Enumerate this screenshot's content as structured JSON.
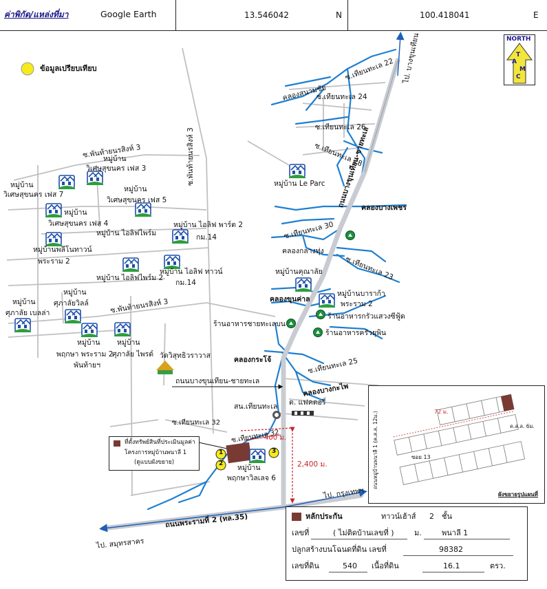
{
  "header": {
    "location_label": "ค่าพิกัด/แหล่งที่มา",
    "source": "Google Earth",
    "lat": "13.546042",
    "lat_dir": "N",
    "lon": "100.418041",
    "lon_dir": "E"
  },
  "north_badge": {
    "top": "NORTH",
    "letters": [
      "T",
      "A",
      "M",
      "C"
    ]
  },
  "legend": {
    "comparable_label": "ข้อมูลเปรียบเทียบ",
    "color": "#f5ea1c"
  },
  "colors": {
    "road": "#c8ccd2",
    "canal": "#1e7fd0",
    "lane": "#c0c0c4",
    "subject": "#7a3a34",
    "dist": "#c8252b",
    "house": "#1d4ea8"
  },
  "labels": {
    "village_v7_a": "หมู่บ้าน",
    "village_v7_b": "วิเศษสุขนคร เฟส 7",
    "village_v3_a": "หมู่บ้าน",
    "village_v3_b": "วิเศษสุขนคร เฟส 3",
    "village_v5_a": "หมู่บ้าน",
    "village_v5_b": "วิเศษสุขนคร เฟส 5",
    "village_v4_a": "หมู่บ้าน",
    "village_v4_b": "วิเศษสุขนคร เฟส 4",
    "soi_pt3_top": "ซ.พันท้ายนรสิงห์ 3",
    "soi_pt3_top_b": "หมู่บ้าน",
    "soi_pt3_vert": "ซ.พันท้ายนรสิงห์ 3",
    "ilife_farm": "หมู่บ้าน ไอลิฟไพร์ม",
    "ilife_part2": "หมู่บ้าน ไอลิฟ พาร์ต 2",
    "km14_a": "กม.14",
    "pleno_a": "หมู่บ้านพลีโนทาวน์",
    "pleno_b": "พระราม 2",
    "ilife_farm2": "หมู่บ้าน ไอลิฟไพร์ม 2",
    "ilife_town": "หมู่บ้าน ไอลิฟ ทาวน์",
    "km14_b": "กม.14",
    "supalai_bella_a": "หมู่บ้าน",
    "supalai_bella_b": "ศุภาลัย เบลล่า",
    "supalai_ville_a": "หมู่บ้าน",
    "supalai_ville_b": "ศุภาลัยวิลล์",
    "soi_pt3_mid": "ซ.พันท้ายนรสิงห์ 3",
    "pruksa_a": "หมู่บ้าน",
    "pruksa_b": "พฤกษา พระราม 2",
    "pruksa_c": "พันท้ายฯ",
    "supalai_prime_a": "หมู่บ้าน",
    "supalai_prime_b": "ศุภาลัย ไพรด์",
    "temple": "วัดวิสุทธิวราวาส",
    "road_bkk_chaitale": "ถนนบางขุนเทียน-ชายทะเล",
    "soi_tt32": "ซ.เทียนทะเล 32",
    "police": "สน.เทียนทะเล",
    "factory": "ต. แฟคตอรี่",
    "soi_tt32b": "ซ.เทียนทะเล 32",
    "dist_400": "400 ม.",
    "dist_2400": "2,400 ม.",
    "subject_village_a": "หมู่บ้าน",
    "subject_village_b": "พฤกษาวิลเลจ 6",
    "to_samutsakhon": "ไป. สมุทรสาคร",
    "to_bangkok": "ไป. กรุงเทพฯ",
    "rama2_road": "ถนนพระรามที่ 2 (ทล.35)",
    "bangkhunthian_road": "ถนนบางขุนเทียน-ชายทะเล",
    "to_top": "ไป. บางขุนเทียน",
    "tt22": "ซ.เทียนทะเล 22",
    "khlong_top": "คลองสนามชัย",
    "tt24": "ซ.เทียนทะเล 24",
    "tt26": "ซ.เทียนทะเล 26",
    "tt28": "ซ.เทียนทะเล 28",
    "leparc": "หมู่บ้าน Le Parc",
    "khlong_bang_phet": "คลองบางเพชร",
    "tt30": "ซ.เทียนทะเล 30",
    "khlong_klang": "คลองกลางทุ่ง",
    "tt_right": "ซ.เทียนทะเล 23",
    "kunalai": "หมู่บ้านคุณาลัย",
    "khlong_khun": "คลองขุนค่าล",
    "baan_a": "หมู่บ้านบาราก้า",
    "baan_b": "พระราม 2",
    "restaurant_a": "ร้านอาหารกรัวแสวงซีฟู้ด",
    "restaurant_b": "ร้านอาหารชายทะเลบน",
    "restaurant_c": "ร้านอาหารครัวยุพิน",
    "khlong_bottom": "คลองกระโจ้",
    "tt25": "ซ.เทียนทะเล 25",
    "khlong_bottom2": "คลองบางกะไพ",
    "callout_line1": "ที่ตั้งทรัพย์สินที่ประเมินมูลค่า",
    "callout_line2": "โครงการหมู่บ้านพนาลี 1",
    "callout_line3": "(ดูแบบผังขยาย)",
    "marker_1": "1",
    "marker_2": "2",
    "marker_3": "3"
  },
  "inset": {
    "title": "ผังขยายรูปแผนที่",
    "soi_label": "ซอย 13",
    "road_left": "ถนนหมู่บ้านพนาลี 1 (ค.ส.ล. 12ม.)",
    "road_right": "ค.ส.ล. 6ม.",
    "dim": "72 ม."
  },
  "info": {
    "collateral_label": "หลักประกัน",
    "type": "ทาวน์เฮ้าส์",
    "floors": "2",
    "floors_unit": "ชั้น",
    "house_no_label": "เลขที่",
    "house_no": "( ไม่ติดบ้านเลขที่ )",
    "moo_label": "ม.",
    "village": "พนาลี 1",
    "deed_label": "ปลูกสร้างบนโฉนดที่ดิน เลขที่",
    "deed_no": "98382",
    "land_no_label": "เลขที่ดิน",
    "land_no": "540",
    "area_label": "เนื้อที่ดิน",
    "area": "16.1",
    "area_unit": "ตรว."
  }
}
